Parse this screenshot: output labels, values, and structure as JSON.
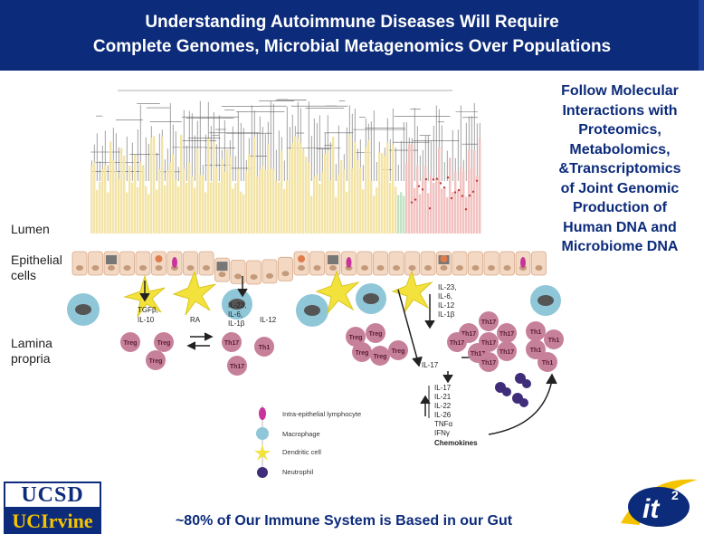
{
  "header": {
    "line1": "Understanding Autoimmune Diseases Will Require",
    "line2": "Complete Genomes, Microbial Metagenomics Over Populations"
  },
  "side_text": [
    "Follow Molecular",
    "Interactions with",
    "Proteomics,",
    "Metabolomics,",
    "&Transcriptomics",
    "of Joint Genomic",
    "Production of",
    "Human DNA and",
    "Microbiome DNA"
  ],
  "footer": {
    "caption": "~80% of Our Immune System is Based in our Gut"
  },
  "regions": {
    "lumen": "Lumen",
    "epi1": "Epithelial",
    "epi2": "cells",
    "lam1": "Lamina",
    "lam2": "propria"
  },
  "labels": {
    "tgf": "TGFβ,",
    "il10": "IL-10",
    "ra": "RA",
    "il23a": "IL-23,",
    "il6a": "IL-6,",
    "il1a": "IL-1β",
    "il12a": "IL-12",
    "il23b": "IL-23,",
    "il6b": "IL-6,",
    "il12b": "IL-12",
    "il1b": "IL-1β",
    "il17": "IL-17",
    "treg": "Treg",
    "th17": "Th17",
    "th1": "Th1",
    "cyt1": "IL-17",
    "cyt2": "IL-21",
    "cyt3": "IL-22",
    "cyt4": "IL-26",
    "cyt5": "TNFα",
    "cyt6": "IFNγ",
    "cyt7": "Chemokines"
  },
  "legend": {
    "ie": "Intra-epithelial lymphocyte",
    "mac": "Macrophage",
    "dc": "Dendritic cell",
    "neu": "Neutrophil"
  },
  "logos": {
    "ucsd": "UCSD",
    "uci": "UCIrvine",
    "it2": "it",
    "it2sup": "2"
  },
  "colors": {
    "navy": "#0c2b7a",
    "bar_yellow": "#f3e4a6",
    "bar_pink": "#f2c2c0",
    "epi": "#f3d9c4"
  }
}
